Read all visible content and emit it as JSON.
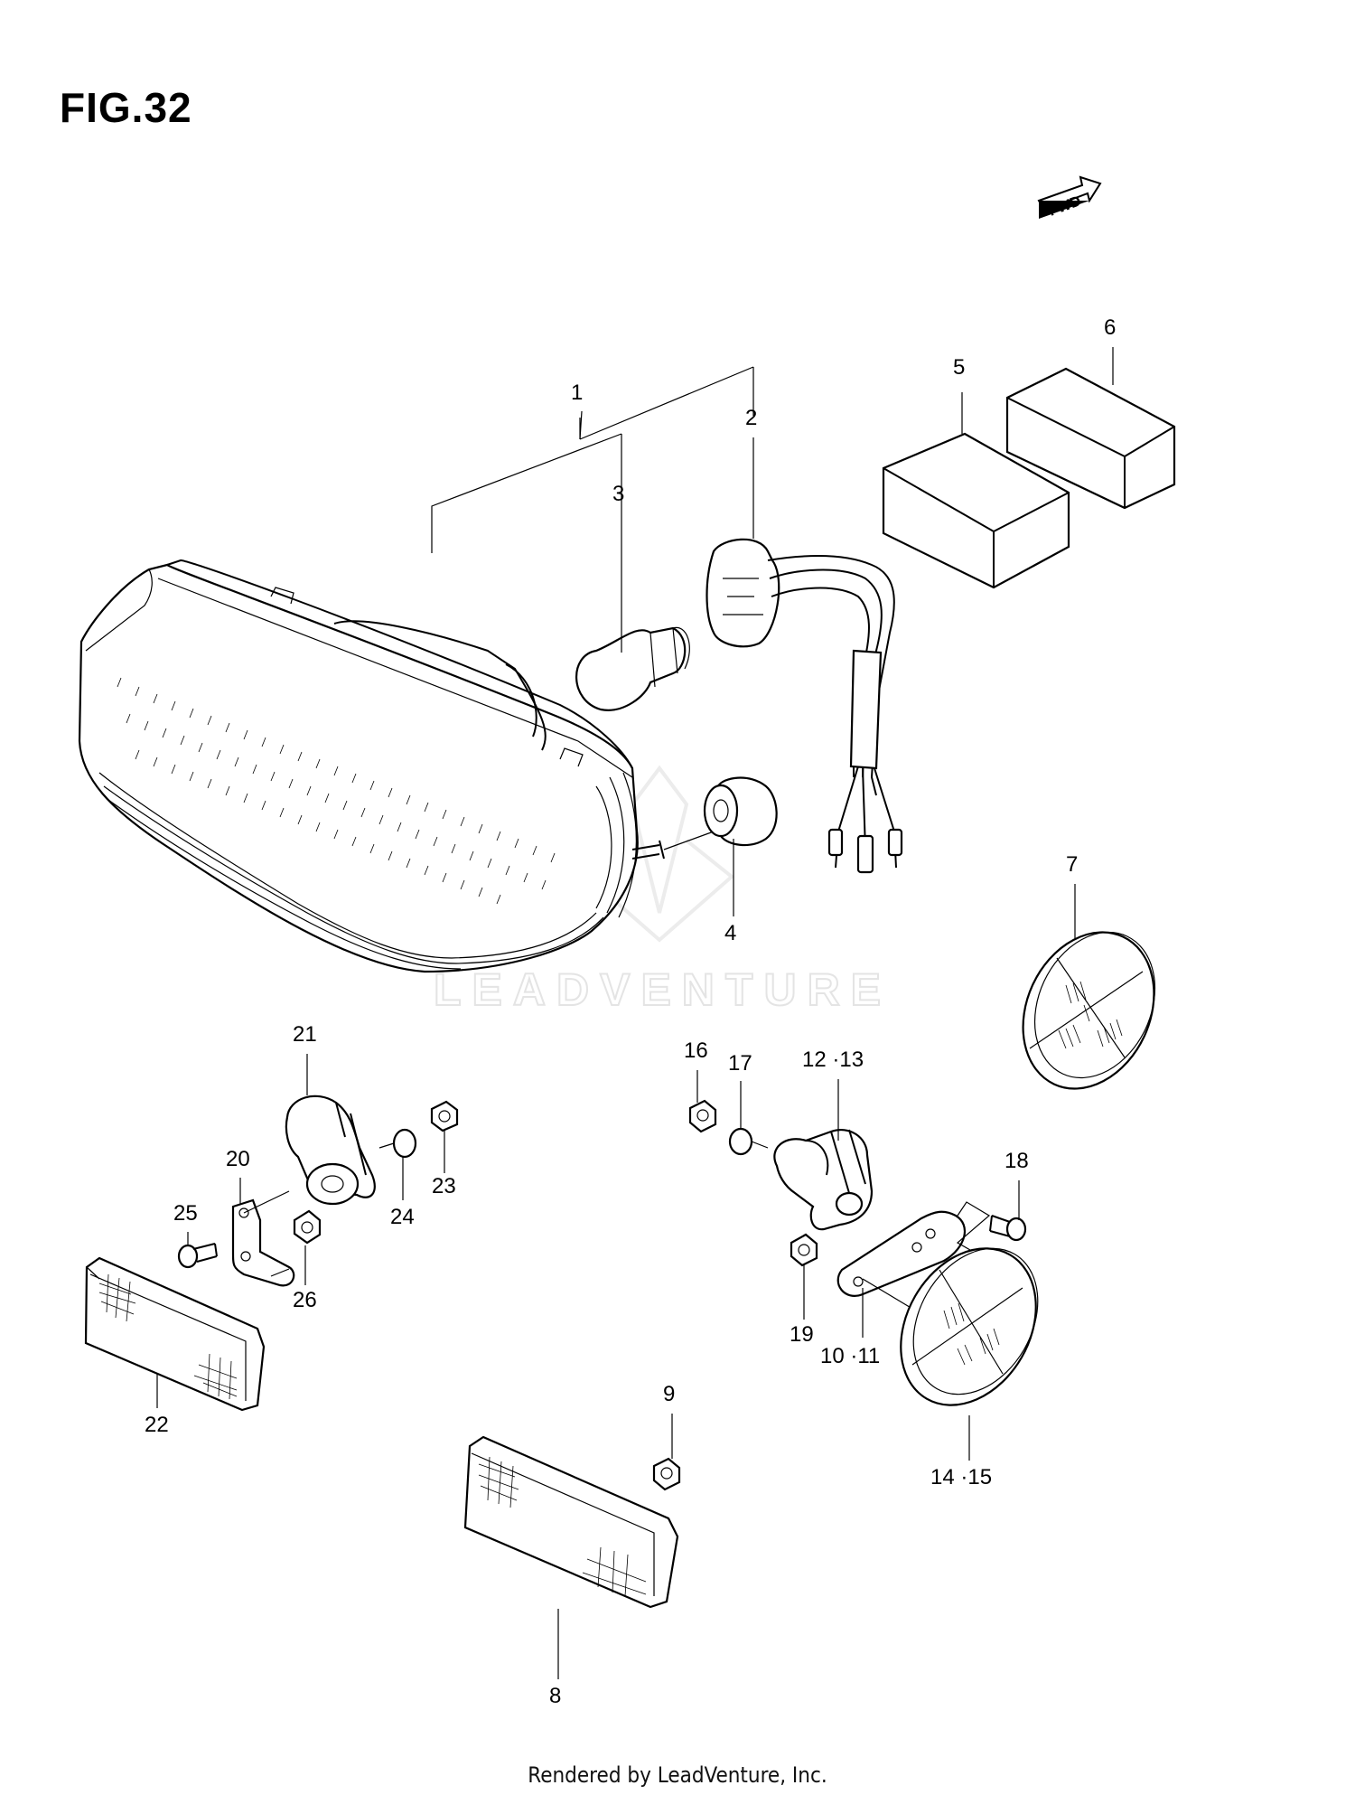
{
  "figure": {
    "title": "FIG.32",
    "direction_marker": "FWD",
    "watermark": "LEADVENTURE"
  },
  "callouts": [
    {
      "id": "1",
      "text": "1"
    },
    {
      "id": "2",
      "text": "2"
    },
    {
      "id": "3",
      "text": "3"
    },
    {
      "id": "4",
      "text": "4"
    },
    {
      "id": "5",
      "text": "5"
    },
    {
      "id": "6",
      "text": "6"
    },
    {
      "id": "7",
      "text": "7"
    },
    {
      "id": "8",
      "text": "8"
    },
    {
      "id": "9",
      "text": "9"
    },
    {
      "id": "10-11",
      "text": "10 ·11"
    },
    {
      "id": "12-13",
      "text": "12 ·13"
    },
    {
      "id": "14-15",
      "text": "14 ·15"
    },
    {
      "id": "16",
      "text": "16"
    },
    {
      "id": "17",
      "text": "17"
    },
    {
      "id": "18",
      "text": "18"
    },
    {
      "id": "19",
      "text": "19"
    },
    {
      "id": "20",
      "text": "20"
    },
    {
      "id": "21",
      "text": "21"
    },
    {
      "id": "22",
      "text": "22"
    },
    {
      "id": "23",
      "text": "23"
    },
    {
      "id": "24",
      "text": "24"
    },
    {
      "id": "25",
      "text": "25"
    },
    {
      "id": "26",
      "text": "26"
    }
  ],
  "footer": {
    "text": "Rendered by LeadVenture, Inc."
  }
}
